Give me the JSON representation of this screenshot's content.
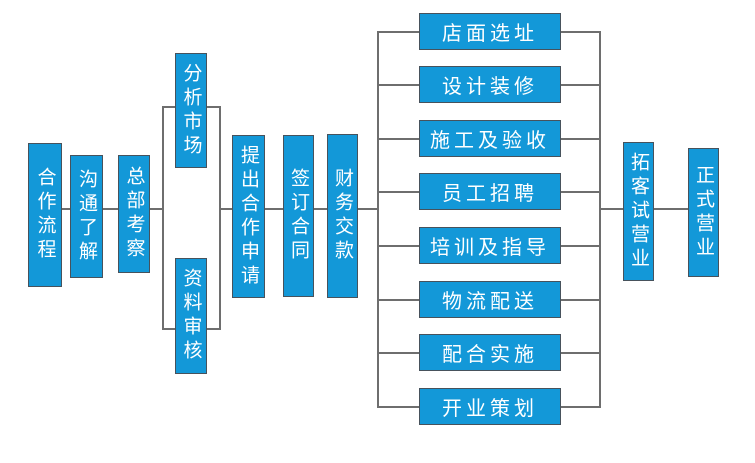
{
  "diagram": {
    "type": "flowchart",
    "background": "#ffffff",
    "node_fill": "#1398d8",
    "node_border": "#47525c",
    "connector_color": "#6e6e6e",
    "text_color": "#ffffff",
    "nodes": {
      "start": [
        {
          "label": "合作流程"
        },
        {
          "label": "沟通了解"
        },
        {
          "label": "总部考察"
        }
      ],
      "review_branch": [
        {
          "label": "分析市场"
        },
        {
          "label": "资料审核"
        }
      ],
      "contract": [
        {
          "label": "提出合作申请"
        },
        {
          "label": "签订合同"
        },
        {
          "label": "财务交款"
        }
      ],
      "tasks": [
        {
          "label": "店面选址"
        },
        {
          "label": "设计装修"
        },
        {
          "label": "施工及验收"
        },
        {
          "label": "员工招聘"
        },
        {
          "label": "培训及指导"
        },
        {
          "label": "物流配送"
        },
        {
          "label": "配合实施"
        },
        {
          "label": "开业策划"
        }
      ],
      "finish": [
        {
          "label": "拓客试营业"
        },
        {
          "label": "正式营业"
        }
      ]
    }
  }
}
